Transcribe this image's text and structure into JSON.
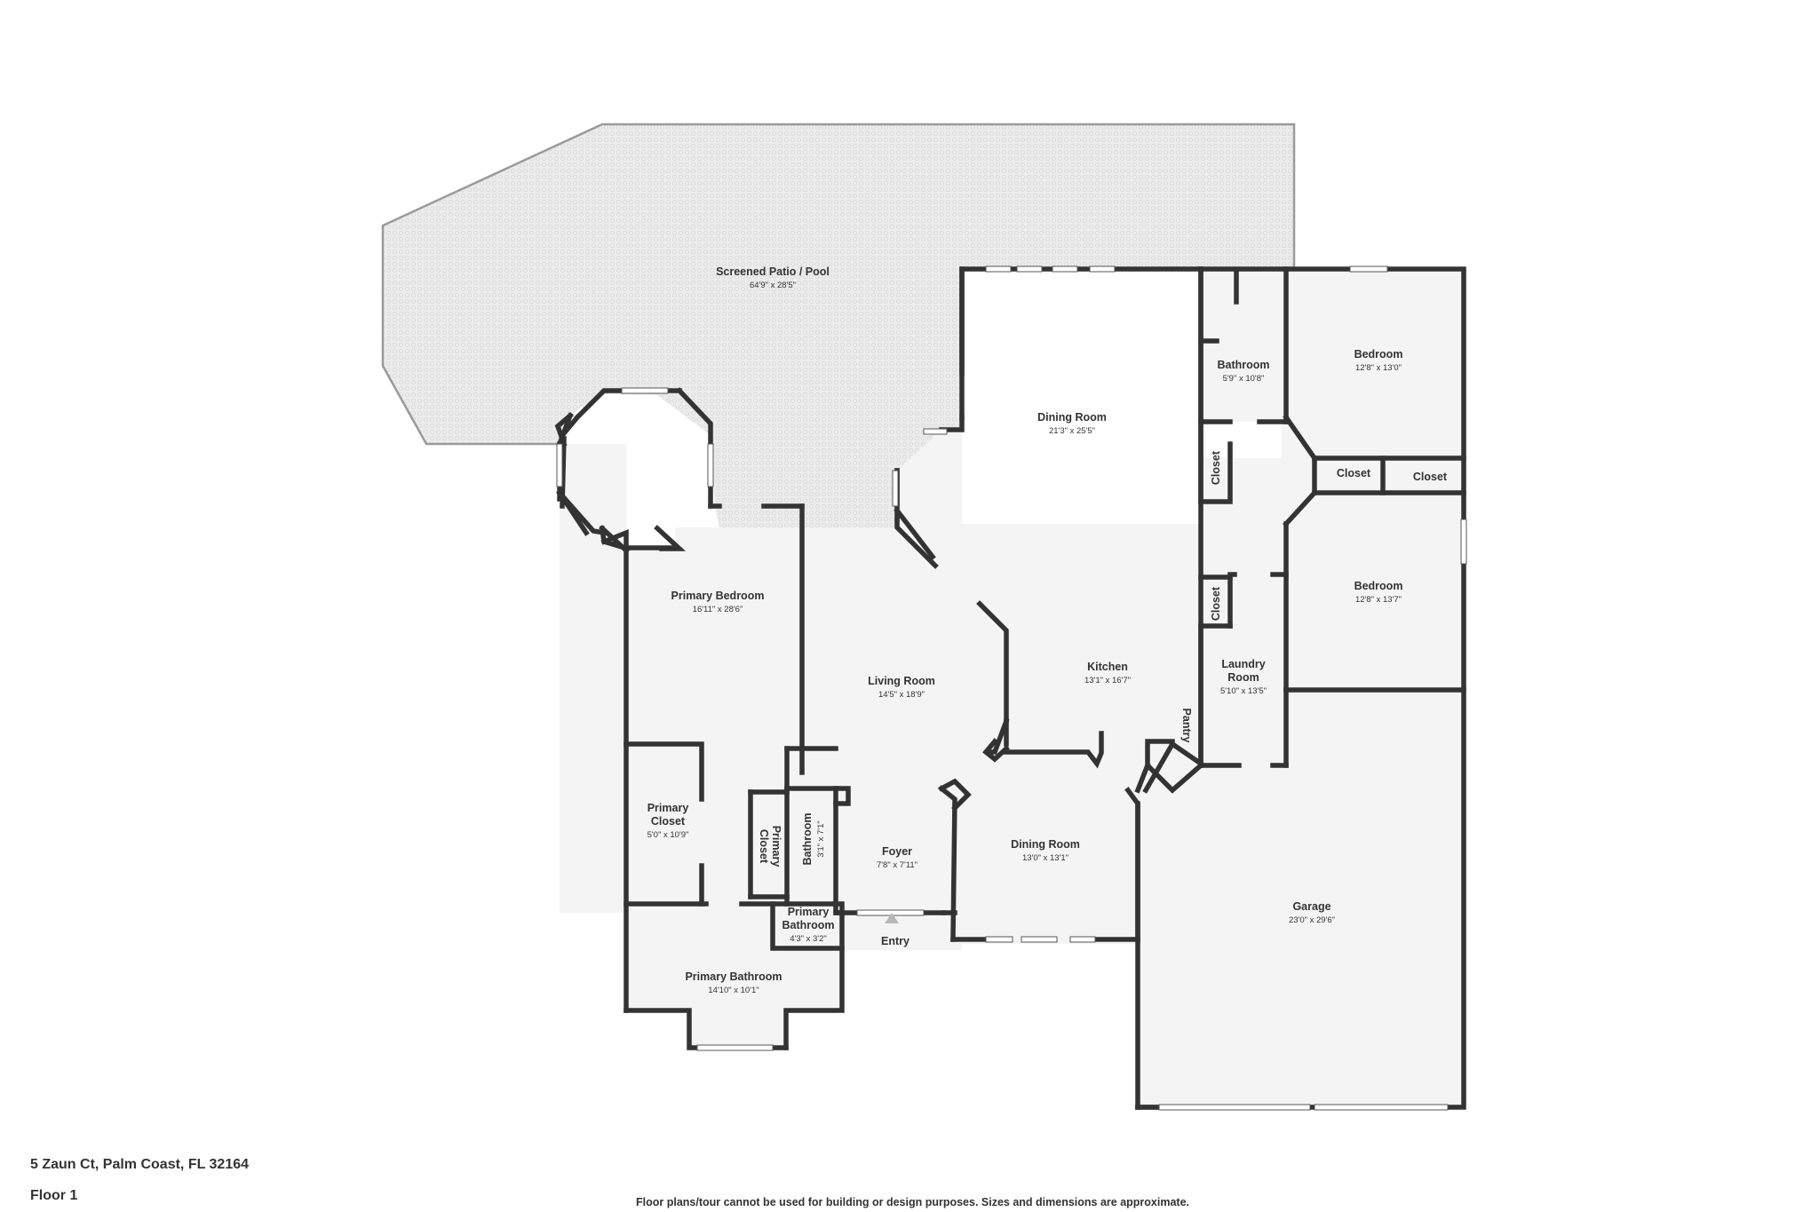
{
  "address": "5 Zaun Ct, Palm Coast, FL 32164",
  "floor_label": "Floor 1",
  "disclaimer": "Floor plans/tour cannot be used for building or design purposes. Sizes and dimensions are approximate.",
  "entry_label": "Entry",
  "rooms": {
    "screened_patio": {
      "name": "Screened Patio / Pool",
      "dims": "64'9\" x 28'5\""
    },
    "dining_room_north": {
      "name": "Dining Room",
      "dims": "21'3\" x 25'5\""
    },
    "bathroom_north": {
      "name": "Bathroom",
      "dims": "5'9\" x 10'8\""
    },
    "bedroom_north": {
      "name": "Bedroom",
      "dims": "12'8\" x 13'0\""
    },
    "closet_hall_1": {
      "name": "Closet"
    },
    "closet_bedroom_1": {
      "name": "Closet"
    },
    "closet_bedroom_2": {
      "name": "Closet"
    },
    "closet_hall_2": {
      "name": "Closet"
    },
    "bedroom_south": {
      "name": "Bedroom",
      "dims": "12'8\" x 13'7\""
    },
    "primary_bedroom": {
      "name": "Primary Bedroom",
      "dims": "16'11\" x 28'6\""
    },
    "living_room": {
      "name": "Living Room",
      "dims": "14'5\" x 18'9\""
    },
    "kitchen": {
      "name": "Kitchen",
      "dims": "13'1\" x 16'7\""
    },
    "laundry_room": {
      "name_1": "Laundry",
      "name_2": "Room",
      "dims": "5'10\" x 13'5\""
    },
    "pantry": {
      "name": "Pantry"
    },
    "primary_closet_large": {
      "name_1": "Primary",
      "name_2": "Closet",
      "dims": "5'0\" x 10'9\""
    },
    "primary_closet_small": {
      "name_1": "Primary",
      "name_2": "Closet"
    },
    "bathroom_small": {
      "name": "Bathroom",
      "dims": "3'1\" x 7'1\""
    },
    "foyer": {
      "name": "Foyer",
      "dims": "7'8\" x 7'11\""
    },
    "dining_room_south": {
      "name": "Dining Room",
      "dims": "13'0\" x 13'1\""
    },
    "primary_bathroom_small": {
      "name_1": "Primary",
      "name_2": "Bathroom",
      "dims": "4'3\" x 3'2\""
    },
    "primary_bathroom": {
      "name": "Primary Bathroom",
      "dims": "14'10\" x 10'1\""
    },
    "garage": {
      "name": "Garage",
      "dims": "23'0\" x 29'6\""
    }
  },
  "colors": {
    "wall": "#333333",
    "floor": "#f4f4f4",
    "patio": "#e9e9e9",
    "window": "#ffffff",
    "entry_marker": "#b7b7b7"
  }
}
